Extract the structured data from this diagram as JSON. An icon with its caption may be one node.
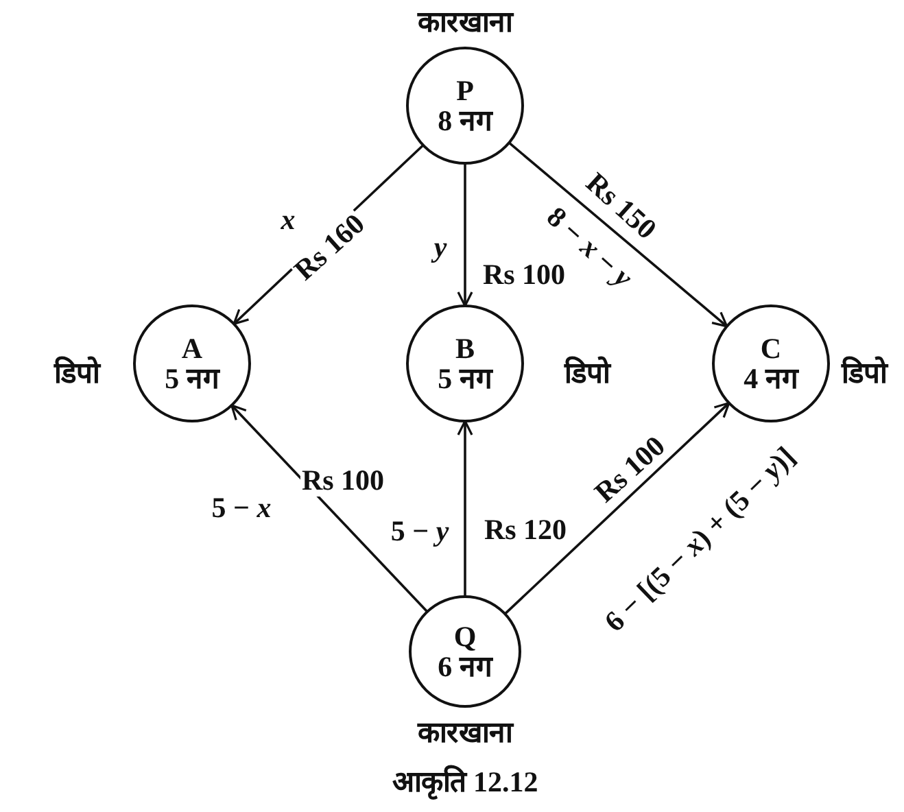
{
  "diagram": {
    "caption": "आकृति 12.12",
    "nodes": [
      {
        "text": [
          "P",
          "8 नग"
        ],
        "beside": [
          "कारखाना"
        ]
      },
      {
        "text": [
          "A",
          "5 नग"
        ],
        "beside": [
          "डिपो"
        ]
      },
      {
        "text": [
          "B",
          "5 नग"
        ],
        "beside": [
          "डिपो"
        ]
      },
      {
        "text": [
          "C",
          "4 नग"
        ],
        "beside": [
          "डिपो"
        ]
      },
      {
        "text": [
          "Q",
          "6 नग"
        ],
        "beside": [
          "कारखाना"
        ]
      }
    ],
    "edges": [
      {
        "from": 0,
        "to": 1,
        "arrow": "to",
        "label": "Rs 160"
      },
      {
        "from": 0,
        "to": 2,
        "arrow": "to",
        "label": "Rs 100"
      },
      {
        "from": 0,
        "to": 3,
        "arrow": "to",
        "label": "Rs 150"
      },
      {
        "from": 4,
        "to": 1,
        "arrow": "to",
        "label": "Rs 100"
      },
      {
        "from": 4,
        "to": 2,
        "arrow": "to",
        "label": "Rs 120"
      },
      {
        "from": 4,
        "to": 3,
        "arrow": "to",
        "label": "Rs 100"
      }
    ],
    "labels": [
      "x",
      "y",
      "8 − *x* − *y*",
      "5 − *x*",
      "5 − *y*",
      "6 − [(5 − *x*) + (5 − *y*)]"
    ]
  }
}
